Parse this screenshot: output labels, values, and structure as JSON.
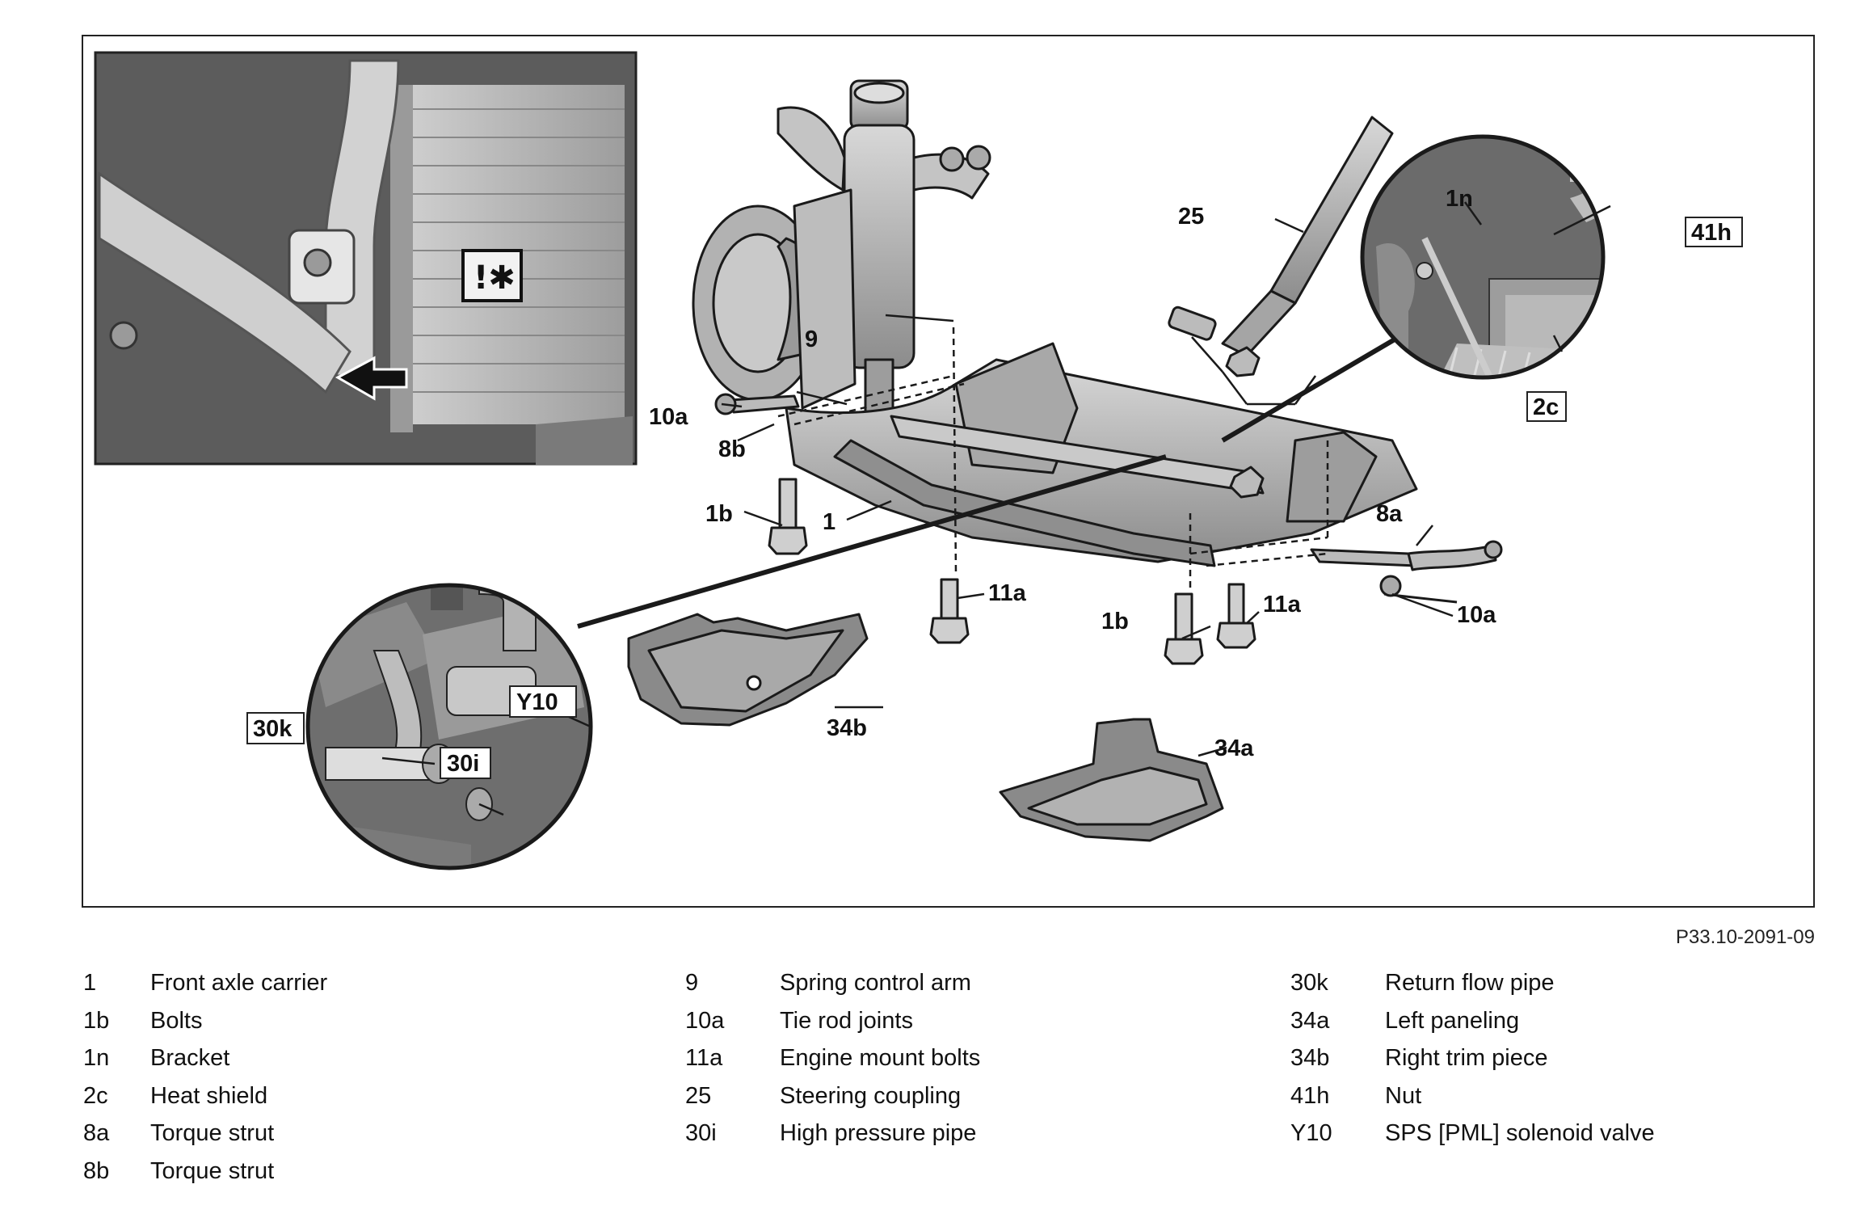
{
  "figure": {
    "figure_id": "P33.10-2091-09",
    "callouts": {
      "c_25": "25",
      "c_9": "9",
      "c_10a_left": "10a",
      "c_8b": "8b",
      "c_1b_left": "1b",
      "c_1": "1",
      "c_11a_mid": "11a",
      "c_1b_right": "1b",
      "c_11a_right": "11a",
      "c_8a": "8a",
      "c_10a_right": "10a",
      "c_34b": "34b",
      "c_34a": "34a",
      "c_1n": "1n",
      "c_41h": "41h",
      "c_2c": "2c",
      "c_y10": "Y10",
      "c_30k": "30k",
      "c_30i": "30i"
    }
  },
  "legend": {
    "col1": [
      {
        "code": "1",
        "label": "Front axle carrier"
      },
      {
        "code": "1b",
        "label": "Bolts"
      },
      {
        "code": "1n",
        "label": "Bracket"
      },
      {
        "code": "2c",
        "label": "Heat shield"
      },
      {
        "code": "8a",
        "label": "Torque strut"
      },
      {
        "code": "8b",
        "label": "Torque strut"
      }
    ],
    "col2": [
      {
        "code": "9",
        "label": "Spring control arm"
      },
      {
        "code": "10a",
        "label": "Tie rod joints"
      },
      {
        "code": "11a",
        "label": "Engine mount bolts"
      },
      {
        "code": "25",
        "label": "Steering coupling"
      },
      {
        "code": "30i",
        "label": "High pressure pipe"
      }
    ],
    "col3": [
      {
        "code": "30k",
        "label": "Return flow pipe"
      },
      {
        "code": "34a",
        "label": "Left paneling"
      },
      {
        "code": "34b",
        "label": "Right trim piece"
      },
      {
        "code": "41h",
        "label": "Nut"
      },
      {
        "code": "Y10",
        "label": "SPS [PML] solenoid valve"
      }
    ]
  },
  "colors": {
    "line": "#1a1a1a",
    "part_fill": "#b9b9b9",
    "part_dark": "#7a7a7a",
    "photo_bg": "#6a6a6a"
  }
}
